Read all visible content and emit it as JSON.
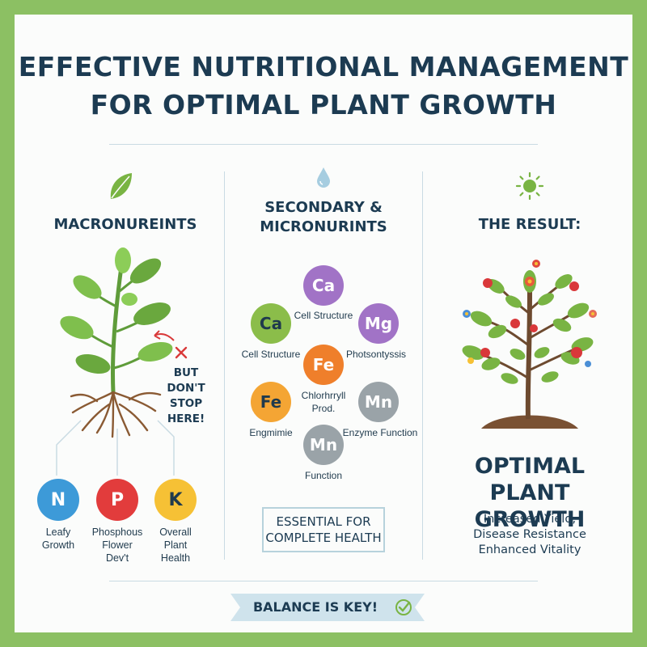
{
  "title": {
    "line1": "EFFECTIVE NUTRITIONAL MANAGEMENT",
    "line2": "FOR OPTIMAL PLANT GROWTH"
  },
  "left": {
    "heading": "MACRONUREINTS",
    "callout": [
      "BUT DON'T",
      "STOP",
      "HERE!"
    ],
    "nutrients": [
      {
        "symbol": "N",
        "color": "#3d9ad8",
        "label": [
          "Leafy",
          "Growth"
        ]
      },
      {
        "symbol": "P",
        "color": "#e23c3c",
        "label": [
          "Phosphous",
          "Flower",
          "Dev't"
        ]
      },
      {
        "symbol": "K",
        "color": "#f6c135",
        "label": [
          "Overall",
          "Plant",
          "Health"
        ]
      }
    ]
  },
  "middle": {
    "heading": [
      "SECONDARY &",
      "MICRONURINTS"
    ],
    "nutrients": [
      {
        "symbol": "Ca",
        "color": "#a173c6",
        "label": "Cell Structure"
      },
      {
        "symbol": "Ca",
        "color": "#8bbd4a",
        "label": "Cell Structure"
      },
      {
        "symbol": "Mg",
        "color": "#a173c6",
        "label": "Photsontyssis"
      },
      {
        "symbol": "Fe",
        "color": "#ef7f2b",
        "label": [
          "Chlorhrryll",
          "Prod."
        ]
      },
      {
        "symbol": "Fe",
        "color": "#f4a534",
        "label": "Engmimie"
      },
      {
        "symbol": "Mn",
        "color": "#9aa3a8",
        "label": "Enzyme Function"
      },
      {
        "symbol": "Mn",
        "color": "#9aa3a8",
        "label": "Function"
      }
    ],
    "box": [
      "ESSENTIAL FOR",
      "COMPLETE HEALTH"
    ]
  },
  "right": {
    "heading": "THE RESULT:",
    "big": [
      "OPTIMAL",
      "PLANT GROWTH"
    ],
    "benefits": [
      "Increased Yield,",
      "Disease Resistance",
      "Enhanced Vitality"
    ]
  },
  "banner": {
    "text": "BALANCE IS KEY!"
  },
  "colors": {
    "frame": "#8cc063",
    "heading": "#1c3b52",
    "divider": "#c9dbe3",
    "leaf": "#79b443"
  },
  "icons": {
    "left": "leaf-icon",
    "middle": "water-drop-icon",
    "right": "sun-icon",
    "callout": "cross-mark-icon",
    "banner": "check-circle-icon"
  }
}
